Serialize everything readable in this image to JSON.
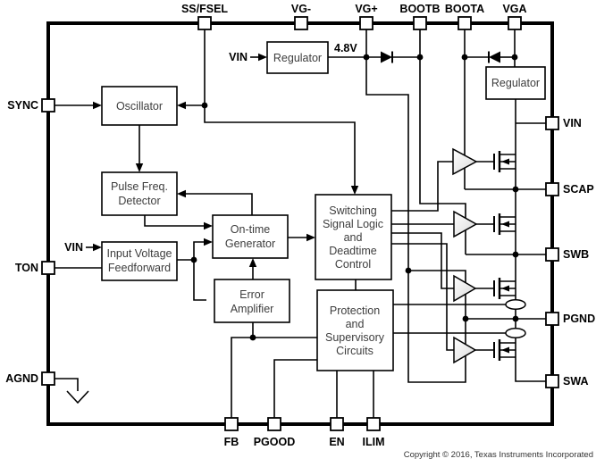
{
  "diagram": {
    "blocks": {
      "regulator_top": {
        "label": "Regulator"
      },
      "oscillator": {
        "label": "Oscillator"
      },
      "pulse_freq_detector": {
        "lines": [
          "Pulse Freq.",
          "Detector"
        ]
      },
      "on_time_generator": {
        "lines": [
          "On-time",
          "Generator"
        ]
      },
      "input_voltage_feedforward": {
        "lines": [
          "Input Voltage",
          "Feedforward"
        ]
      },
      "error_amplifier": {
        "lines": [
          "Error",
          "Amplifier"
        ]
      },
      "switching_logic": {
        "lines": [
          "Switching",
          "Signal Logic",
          "and",
          "Deadtime",
          "Control"
        ]
      },
      "protection": {
        "lines": [
          "Protection",
          "and",
          "Supervisory",
          "Circuits"
        ]
      },
      "regulator_right": {
        "label": "Regulator"
      }
    },
    "pins": {
      "top": [
        "SS/FSEL",
        "VG-",
        "VG+",
        "BOOTB",
        "BOOTA",
        "VGA"
      ],
      "left": [
        "SYNC",
        "TON",
        "AGND"
      ],
      "right": [
        "VIN",
        "SCAP",
        "SWB",
        "PGND",
        "SWA"
      ],
      "bottom": [
        "FB",
        "PGOOD",
        "EN",
        "ILIM"
      ]
    },
    "net_labels": {
      "vin_to_regulator": "VIN",
      "vin_to_feedforward": "VIN",
      "rail_4v8": "4.8V"
    },
    "icons": {
      "ground": "ground-icon",
      "diode": "diode-icon",
      "gate_driver": "gate-driver-icon",
      "mosfet": "mosfet-icon",
      "current_sense": "current-sense-icon"
    },
    "colors": {
      "line": "#000000",
      "background": "#ffffff",
      "block_text": "#3d3d3d"
    }
  },
  "footer": {
    "copyright": "Copyright © 2016, Texas Instruments Incorporated"
  }
}
